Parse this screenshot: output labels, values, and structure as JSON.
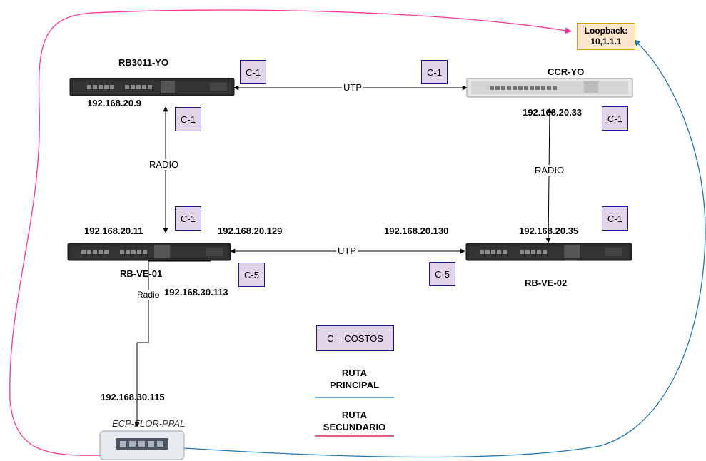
{
  "loopback": {
    "line1": "Loopback:",
    "line2": "10,1.1.1"
  },
  "devices": {
    "rb3011": {
      "name": "RB3011-YO",
      "ip": "192.168.20.9"
    },
    "ccr": {
      "name": "CCR-YO",
      "ip": "192.168.20.33"
    },
    "rbve01": {
      "name": "RB-VE-01",
      "ip_top": "192.168.20.11",
      "ip_right": "192.168.20.129",
      "ip_radio": "192.168.30.113"
    },
    "rbve02": {
      "name": "RB-VE-02",
      "ip_top": "192.168.20.35",
      "ip_left": "192.168.20.130"
    },
    "ecp": {
      "name": "ECP-FLOR-PPAL",
      "ip": "192.168.30.115"
    }
  },
  "links": {
    "utp_top": "UTP",
    "utp_bottom": "UTP",
    "radio_left": "RADIO",
    "radio_right": "RADIO",
    "radio_down": "Radio"
  },
  "costs": {
    "c_rb3011_right": "C-1",
    "c_ccr_left": "C-1",
    "c_rb3011_down": "C-1",
    "c_ccr_down": "C-1",
    "c_rbve01_up": "C-1",
    "c_rbve02_up": "C-1",
    "c_rbve01_right": "C-5",
    "c_rbve02_left": "C-5"
  },
  "legend": {
    "costs": "C = COSTOS",
    "principal_line1": "RUTA",
    "principal_line2": "PRINCIPAL",
    "secondary_line1": "RUTA",
    "secondary_line2": "SECUNDARIO"
  },
  "colors": {
    "principal": "#1f77b4",
    "secondary": "#ff3399",
    "cost_fill": "#e1d5e7",
    "cost_border": "#1a1a8c",
    "loop_fill": "#ffe6cc",
    "loop_border": "#d79b00"
  }
}
